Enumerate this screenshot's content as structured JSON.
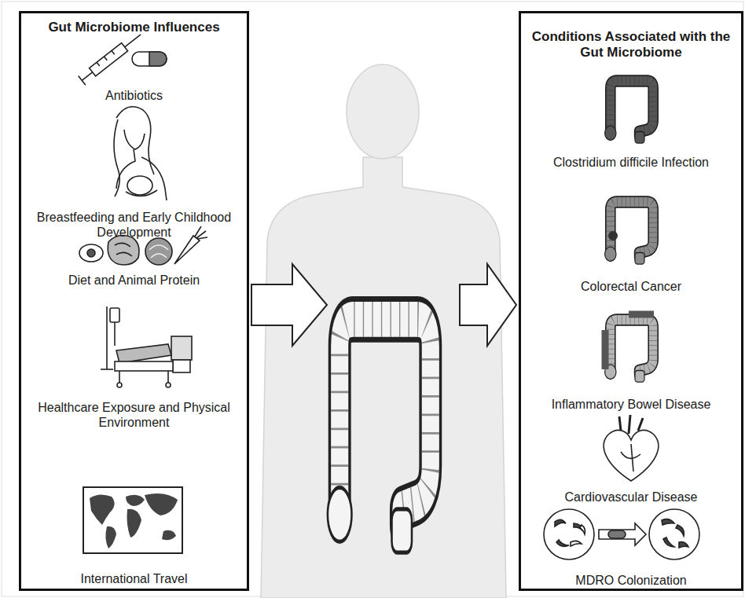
{
  "diagram": {
    "nodes": [
      {
        "text": [
          "Gut Microbiome Influences",
          "Antibiotics",
          "Breastfeeding and Early Childhood Development",
          "Diet and Animal Protein",
          "Healthcare Exposure and Physical Environment",
          "International Travel"
        ]
      },
      {
        "text": [
          "Conditions Associated with the Gut Microbiome",
          "Clostridium difficile Infection",
          "Colorectal Cancer",
          "Inflammatory Bowel Disease",
          "Cardiovascular Disease",
          "MDRO Colonization"
        ]
      }
    ]
  }
}
